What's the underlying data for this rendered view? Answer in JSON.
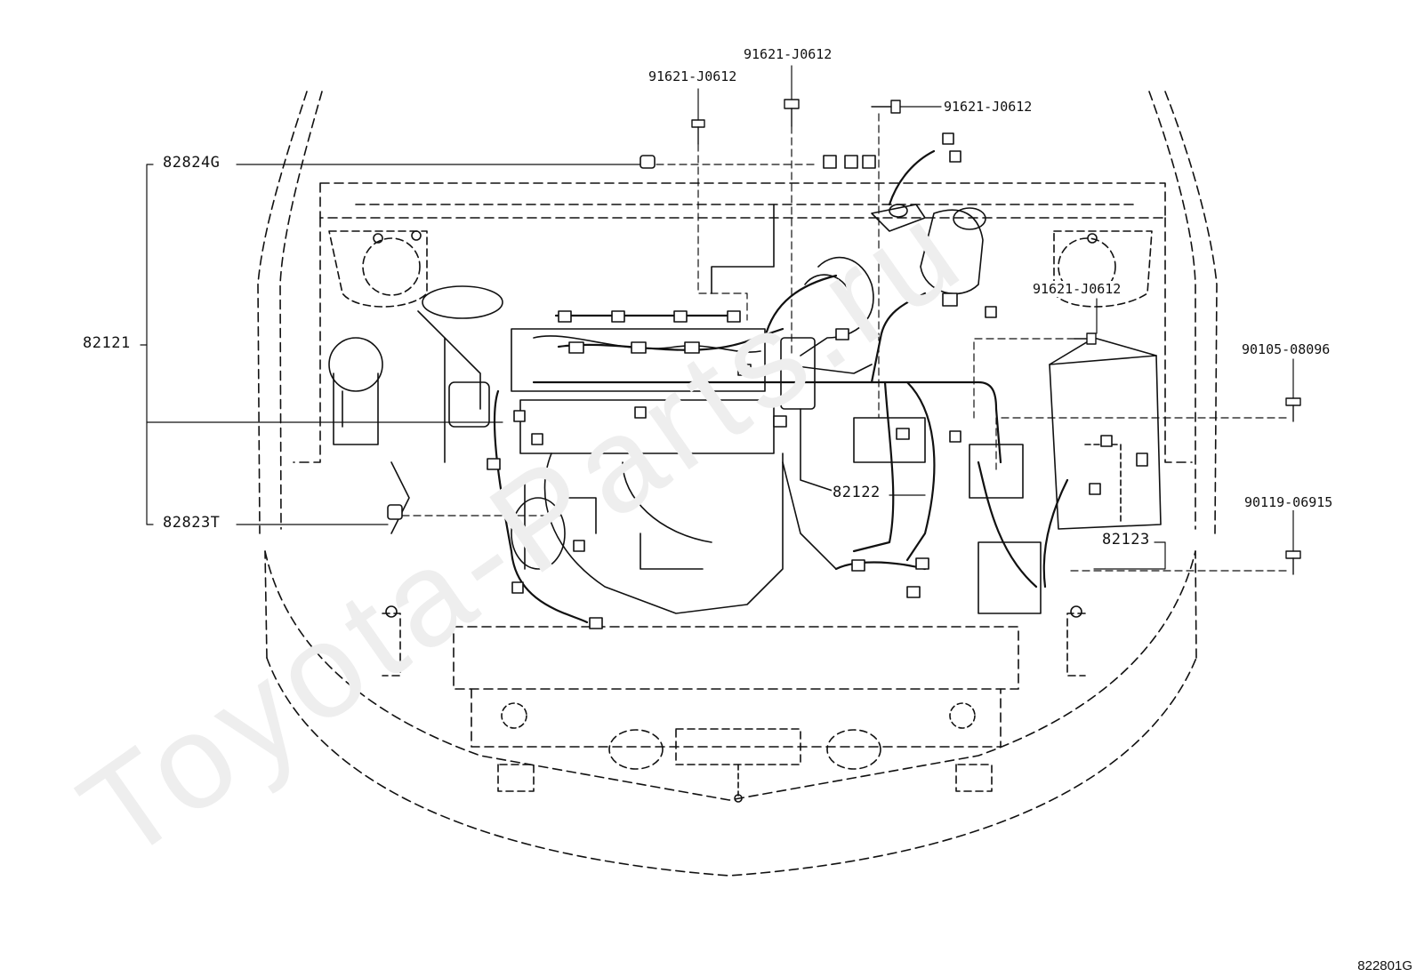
{
  "diagram": {
    "parts": {
      "bolt_a": "91621-J0612",
      "bolt_b": "91621-J0612",
      "bolt_c": "91621-J0612",
      "bolt_d": "91621-J0612",
      "clamp_top": "82824G",
      "wire_main": "82121",
      "clamp_bottom": "82823T",
      "wire_sub1": "82122",
      "wire_sub2": "82123",
      "bolt_e": "90105-08096",
      "bolt_f": "90119-06915"
    },
    "figure_number": "822801G",
    "watermark": "Toyota-Parts.ru"
  }
}
